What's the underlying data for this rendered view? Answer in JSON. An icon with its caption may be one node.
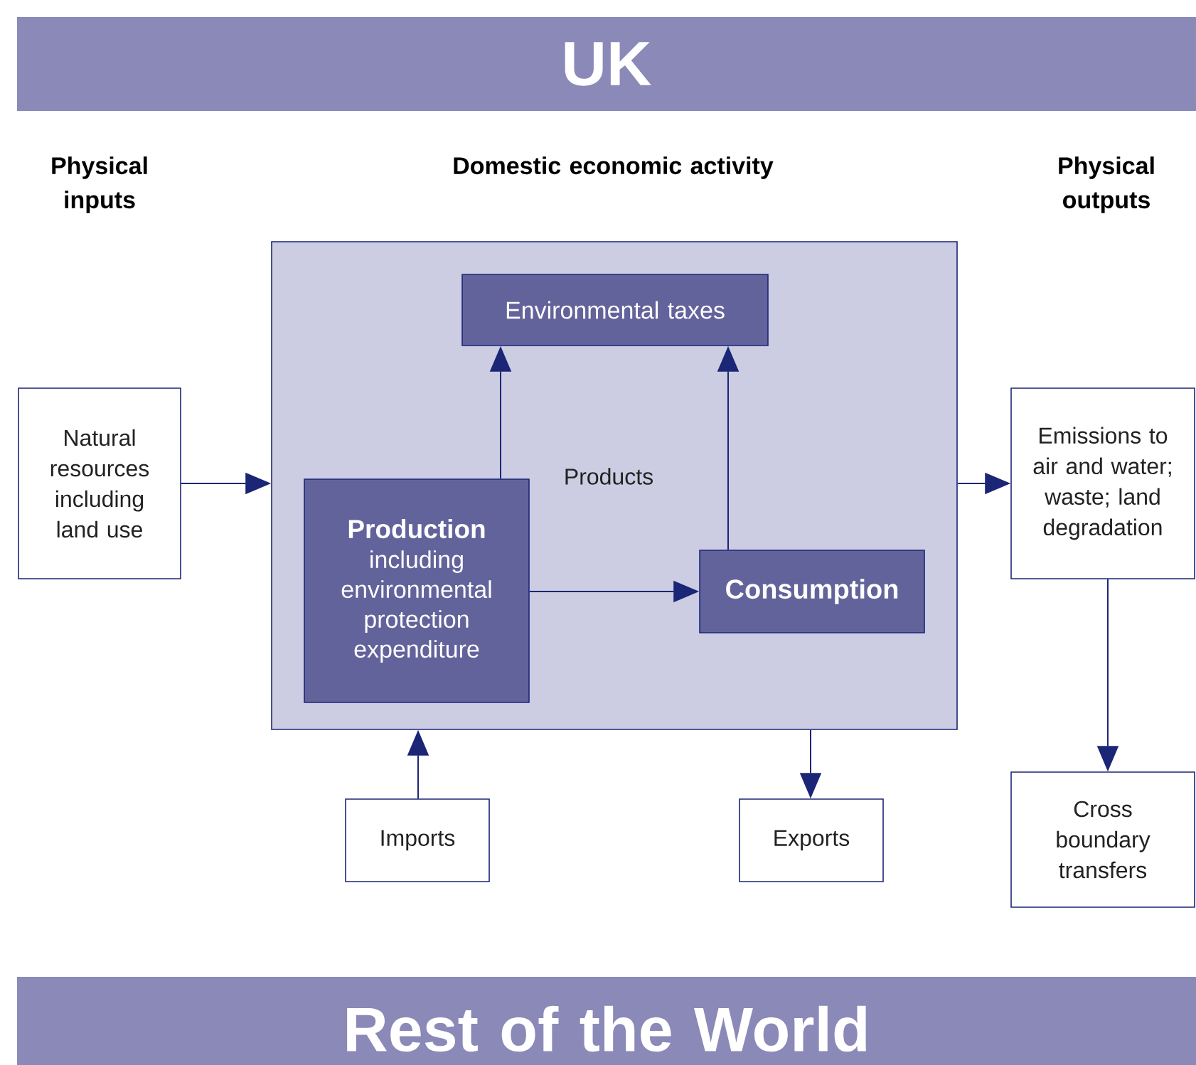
{
  "diagram": {
    "nodes": [
      {
        "text": [
          "UK"
        ]
      },
      {
        "text": [],
        "shape": "box"
      },
      {
        "text": [
          "Environmental taxes"
        ],
        "in": 1
      },
      {
        "text": [
          "Production",
          "including environmental protection expenditure"
        ],
        "in": 1
      },
      {
        "text": [
          "Consumption"
        ],
        "in": 1
      },
      {
        "text": [
          "Natural resources including land use"
        ]
      },
      {
        "text": [
          "Emissions to air and water; waste; land degradation"
        ]
      },
      {
        "text": [
          "Imports"
        ]
      },
      {
        "text": [
          "Exports"
        ]
      },
      {
        "text": [
          "Cross boundary transfers"
        ]
      },
      {
        "text": [
          "Rest of the World"
        ]
      }
    ],
    "edges": [
      {
        "from": 5,
        "to": 1,
        "arrow": "to"
      },
      {
        "from": 1,
        "to": 6,
        "arrow": "to"
      },
      {
        "from": 3,
        "to": 2,
        "arrow": "to"
      },
      {
        "from": 4,
        "to": 2,
        "arrow": "to"
      },
      {
        "from": 3,
        "to": 4,
        "arrow": "to",
        "label": "Products"
      },
      {
        "from": 7,
        "to": 1,
        "arrow": "to"
      },
      {
        "from": 1,
        "to": 8,
        "arrow": "to"
      },
      {
        "from": 6,
        "to": 9,
        "arrow": "to"
      }
    ],
    "labels": [
      "Physical inputs",
      "Domestic economic activity",
      "Physical outputs"
    ]
  }
}
